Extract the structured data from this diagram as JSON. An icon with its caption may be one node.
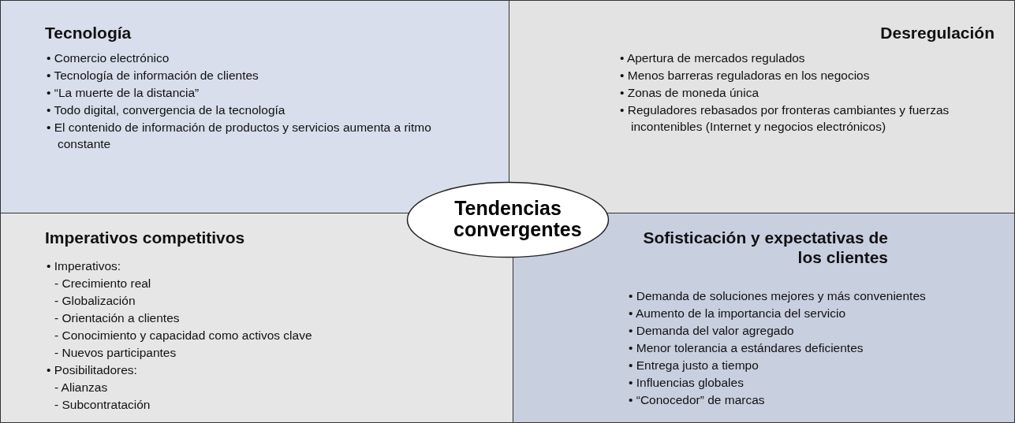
{
  "diagram": {
    "nodes": [
      {
        "text": [
          "Tecnología",
          "• Comercio electrónico",
          "• Tecnología de información de clientes",
          "• “La muerte de la distancia”",
          "• Todo digital, convergencia de la tecnología",
          "• El contenido de información de productos y servicios aumenta a ritmo constante"
        ]
      },
      {
        "text": [
          "Desregulación",
          "• Apertura de mercados regulados",
          "• Menos barreras reguladoras en los negocios",
          "• Zonas de moneda única",
          "• Reguladores rebasados por fronteras cambiantes y fuerzas incontenibles (Internet y negocios electrónicos)"
        ]
      },
      {
        "text": [
          "Tendencias convergentes"
        ]
      },
      {
        "text": [
          "Imperativos competitivos",
          "• Imperativos:",
          "- Crecimiento real",
          "- Globalización",
          "- Orientación a clientes",
          "- Conocimiento y capacidad como activos clave",
          "- Nuevos participantes",
          "• Posibilitadores:",
          "- Alianzas",
          "- Subcontratación"
        ]
      },
      {
        "text": [
          "Sofisticación y expectativas de los clientes",
          "• Demanda de soluciones mejores y más convenientes",
          "• Aumento de la importancia del servicio",
          "• Demanda del valor agregado",
          "• Menor tolerancia a estándares deficientes",
          "• Entrega justo a tiempo",
          "• Influencias globales",
          "• “Conocedor” de marcas"
        ]
      }
    ],
    "edges": []
  }
}
